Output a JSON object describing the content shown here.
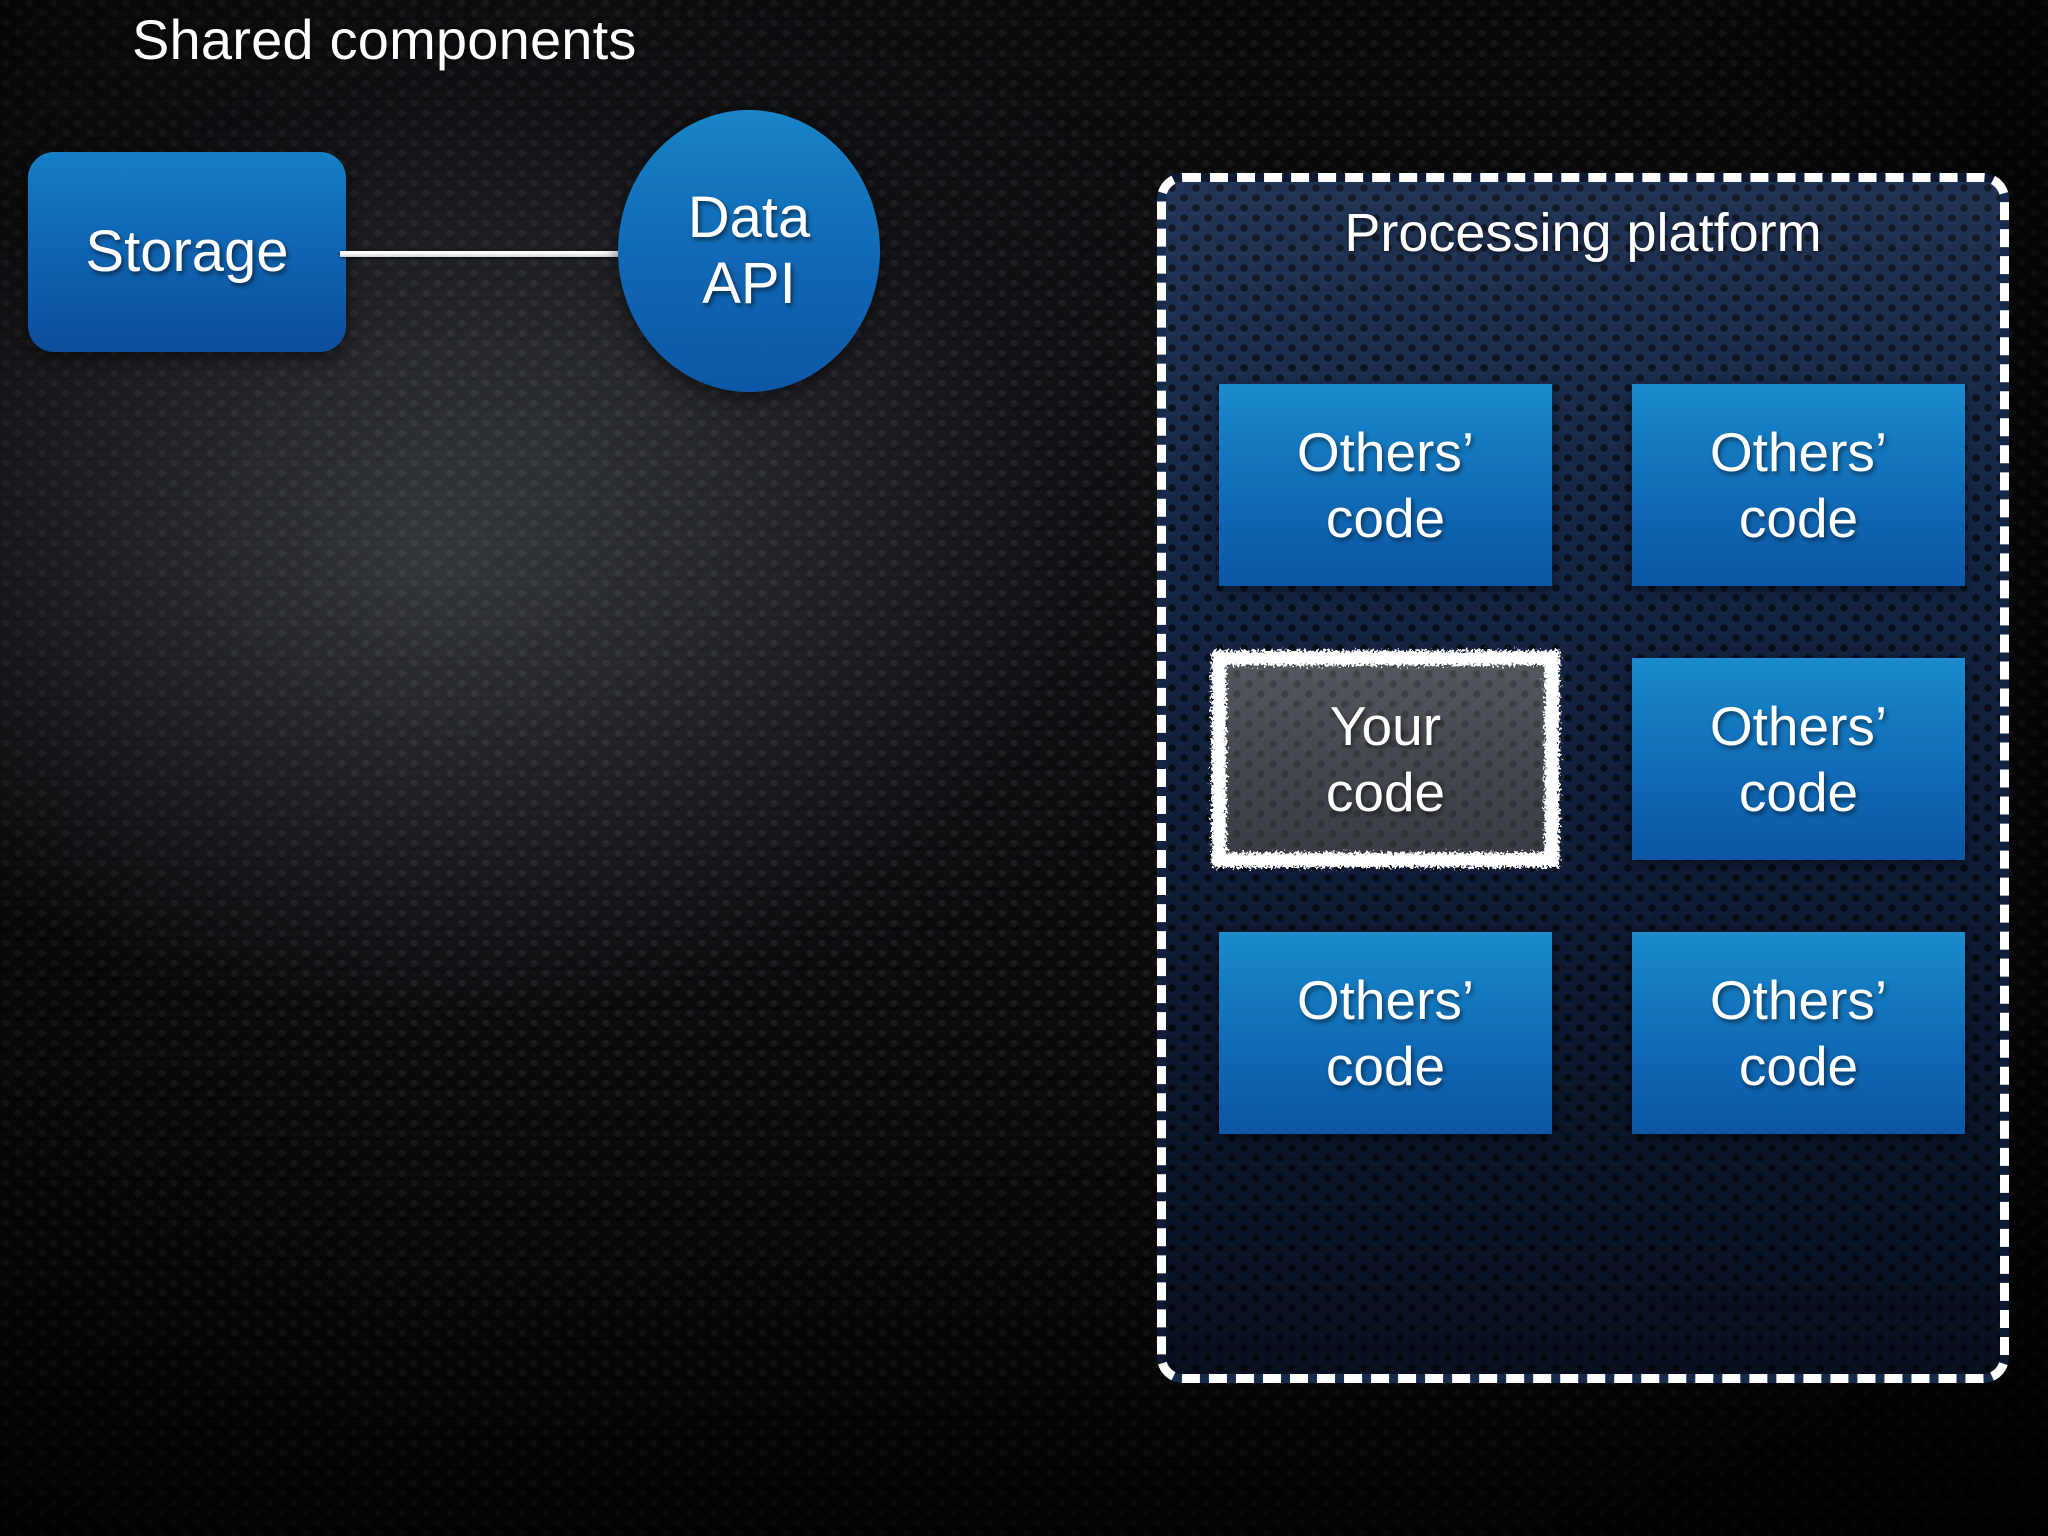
{
  "slide": {
    "title": "Shared components",
    "background_color": "#0b0b0d"
  },
  "shared_components": {
    "storage": {
      "label": "Storage",
      "shape": "rounded-rectangle",
      "color": "#0f66b2"
    },
    "connector": {
      "color": "#ffffff"
    },
    "data_api": {
      "line1": "Data",
      "line2": "API",
      "shape": "ellipse",
      "color": "#1065b3"
    }
  },
  "platform": {
    "title": "Processing platform",
    "border_style": "dashed",
    "border_color": "#ffffff",
    "fill_color": "#1c345e",
    "boxes": [
      {
        "line1": "Others’",
        "line2": "code",
        "highlighted": false,
        "color": "#1479c0"
      },
      {
        "line1": "Others’",
        "line2": "code",
        "highlighted": false,
        "color": "#1479c0"
      },
      {
        "line1": "Your",
        "line2": "code",
        "highlighted": true,
        "color": "#4a4c50"
      },
      {
        "line1": "Others’",
        "line2": "code",
        "highlighted": false,
        "color": "#1479c0"
      },
      {
        "line1": "Others’",
        "line2": "code",
        "highlighted": false,
        "color": "#1479c0"
      },
      {
        "line1": "Others’",
        "line2": "code",
        "highlighted": false,
        "color": "#1479c0"
      }
    ]
  }
}
